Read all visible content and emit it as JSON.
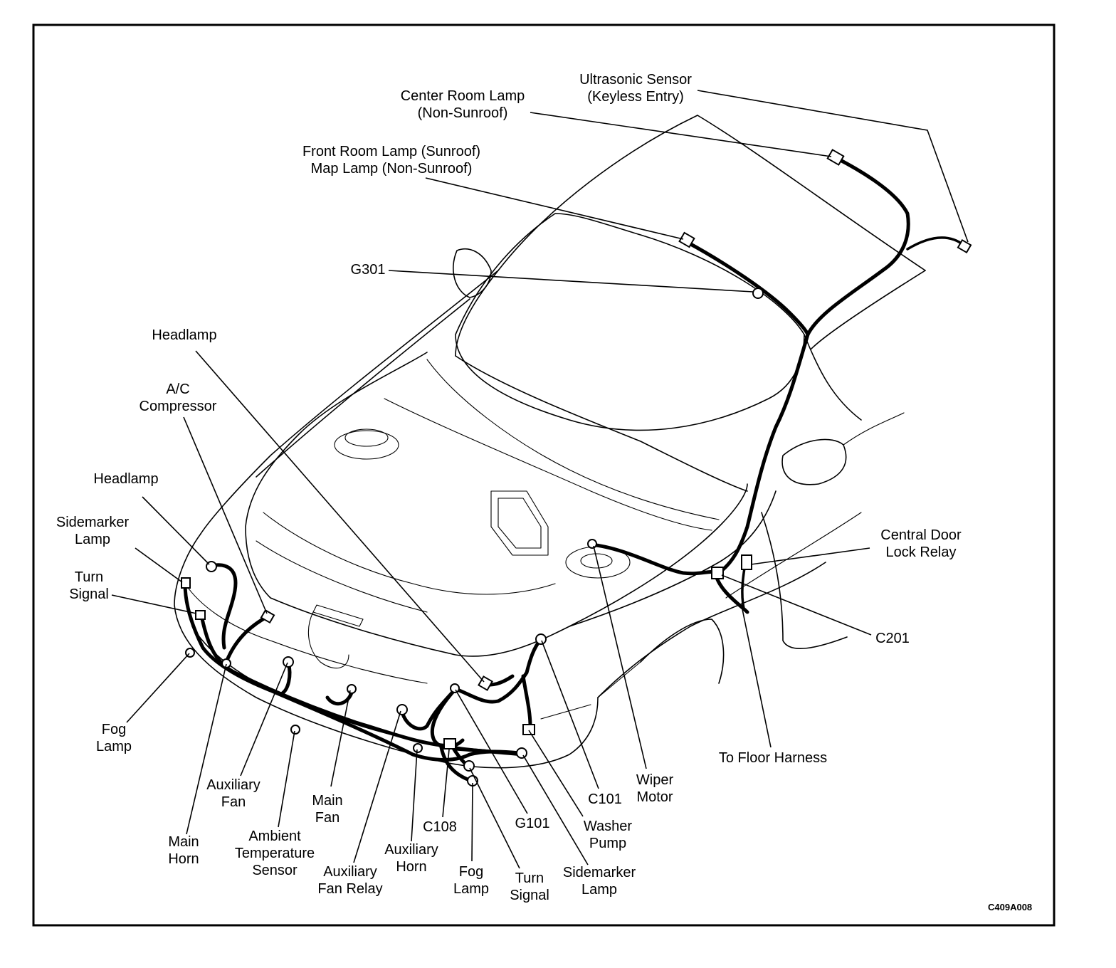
{
  "labels": {
    "ultrasonic": [
      "Ultrasonic Sensor",
      "(Keyless Entry)"
    ],
    "center_room": [
      "Center Room Lamp",
      "(Non-Sunroof)"
    ],
    "front_room": [
      "Front Room Lamp (Sunroof)",
      "Map Lamp (Non-Sunroof)"
    ],
    "g301": "G301",
    "headlamp_top": "Headlamp",
    "ac": [
      "A/C",
      "Compressor"
    ],
    "headlamp_left": "Headlamp",
    "sidemarker_left": [
      "Sidemarker",
      "Lamp"
    ],
    "turn_left": [
      "Turn",
      "Signal"
    ],
    "fog_left": [
      "Fog",
      "Lamp"
    ],
    "main_horn": [
      "Main",
      "Horn"
    ],
    "aux_fan": [
      "Auxiliary",
      "Fan"
    ],
    "ambient": [
      "Ambient",
      "Temperature",
      "Sensor"
    ],
    "main_fan": [
      "Main",
      "Fan"
    ],
    "aux_fan_relay": [
      "Auxiliary",
      "Fan Relay"
    ],
    "aux_horn": [
      "Auxiliary",
      "Horn"
    ],
    "c108": "C108",
    "fog_right": [
      "Fog",
      "Lamp"
    ],
    "turn_right": [
      "Turn",
      "Signal"
    ],
    "g101": "G101",
    "sidemarker_right": [
      "Sidemarker",
      "Lamp"
    ],
    "washer": [
      "Washer",
      "Pump"
    ],
    "c101": "C101",
    "wiper": [
      "Wiper",
      "Motor"
    ],
    "floor": "To Floor Harness",
    "c201": "C201",
    "central_door": [
      "Central Door",
      "Lock Relay"
    ]
  },
  "figure_code": "C409A008"
}
